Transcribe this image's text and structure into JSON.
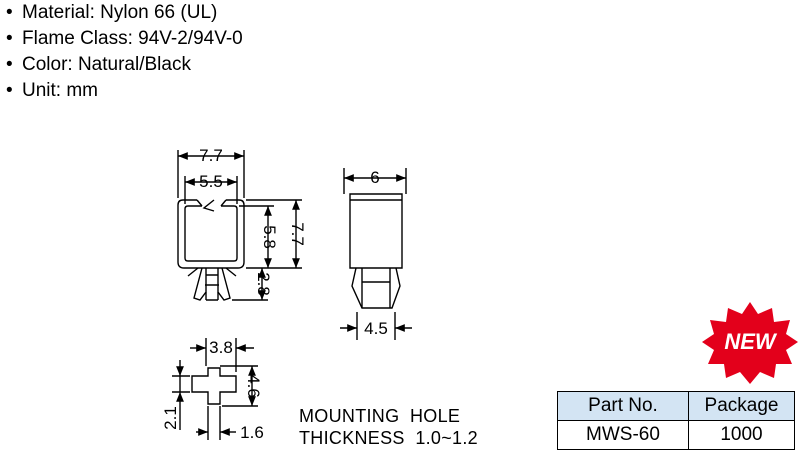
{
  "specs": [
    "Material: Nylon 66 (UL)",
    "Flame Class: 94V-2/94V-0",
    "Color: Natural/Black",
    "Unit: mm"
  ],
  "bullet": "•",
  "dimensions": {
    "front_width_outer": "7.7",
    "front_width_inner": "5.5",
    "front_height_inner": "5.8",
    "front_height_outer": "7.7",
    "leg_height": "2.8",
    "side_width": "6",
    "side_leg_width": "4.5",
    "hole_width": "3.8",
    "hole_height": "4.6",
    "hole_slot_height": "2.1",
    "hole_slot_width": "1.6"
  },
  "note": {
    "line1": "MOUNTING  HOLE",
    "line2": "THICKNESS  1.0~1.2"
  },
  "badge": {
    "text": "NEW",
    "color": "#e3001b"
  },
  "table": {
    "headers": [
      "Part No.",
      "Package"
    ],
    "rows": [
      [
        "MWS-60",
        "1000"
      ]
    ],
    "header_color": "#d3e4f3"
  }
}
